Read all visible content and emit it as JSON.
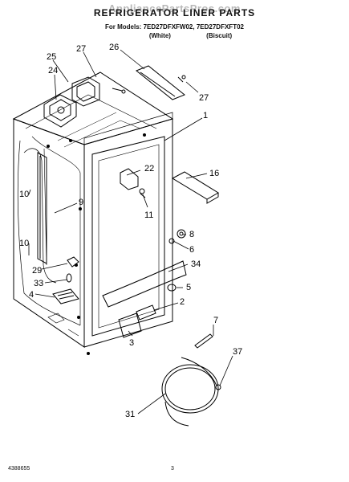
{
  "header": {
    "watermark": "AppliancePartsPros.com",
    "title": "REFRIGERATOR LINER PARTS",
    "model_prefix": "For Models:",
    "model_1": "7ED27DFXFW02,",
    "model_2": "7ED27DFXFT02",
    "color_1": "(White)",
    "color_2": "(Biscuit)"
  },
  "callouts": {
    "p25": "25",
    "p27a": "27",
    "p26": "26",
    "p24": "24",
    "p27b": "27",
    "p1": "1",
    "p22": "22",
    "p16": "16",
    "p10a": "10",
    "p9": "9",
    "p11": "11",
    "p8": "8",
    "p6": "6",
    "p10b": "10",
    "p34": "34",
    "p29": "29",
    "p33": "33",
    "p5": "5",
    "p4": "4",
    "p2": "2",
    "p7": "7",
    "p3": "3",
    "p37": "37",
    "p31": "31"
  },
  "footer": {
    "doc_number": "4388655",
    "page_number": "3"
  }
}
